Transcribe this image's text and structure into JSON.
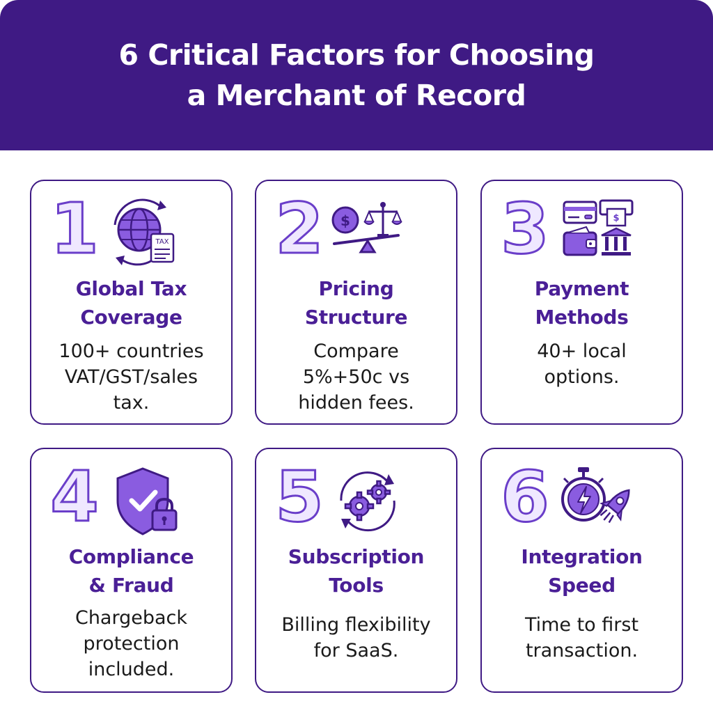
{
  "header": {
    "title_line1": "6 Critical Factors for Choosing",
    "title_line2": "a Merchant of Record"
  },
  "cards": [
    {
      "number": "1",
      "icon": "globe-tax-icon",
      "icon_text": "TAX",
      "title": [
        "Global Tax",
        "Coverage"
      ],
      "description": [
        "100+ countries",
        "VAT/GST/sales",
        "tax."
      ]
    },
    {
      "number": "2",
      "icon": "pricing-scale-icon",
      "icon_text": "$",
      "title": [
        "Pricing",
        "Structure"
      ],
      "description": [
        "Compare",
        "5%+50c vs",
        "hidden fees."
      ]
    },
    {
      "number": "3",
      "icon": "payment-methods-icon",
      "icon_text": "$",
      "title": [
        "Payment",
        "Methods"
      ],
      "description": [
        "40+ local",
        "options."
      ]
    },
    {
      "number": "4",
      "icon": "shield-lock-icon",
      "title": [
        "Compliance",
        "& Fraud"
      ],
      "description": [
        "Chargeback",
        "protection",
        "included."
      ]
    },
    {
      "number": "5",
      "icon": "gears-cycle-icon",
      "title": [
        "Subscription",
        "Tools"
      ],
      "description": [
        "Billing flexibility",
        "for SaaS."
      ]
    },
    {
      "number": "6",
      "icon": "stopwatch-rocket-icon",
      "title": [
        "Integration",
        "Speed"
      ],
      "description": [
        "Time to first",
        "transaction."
      ]
    }
  ],
  "colors": {
    "primary": "#3f1a84",
    "accent": "#6a3ec9",
    "accent_light": "#efe8ff",
    "title_text": "#4a1f96",
    "body_text": "#1a1a1a"
  }
}
